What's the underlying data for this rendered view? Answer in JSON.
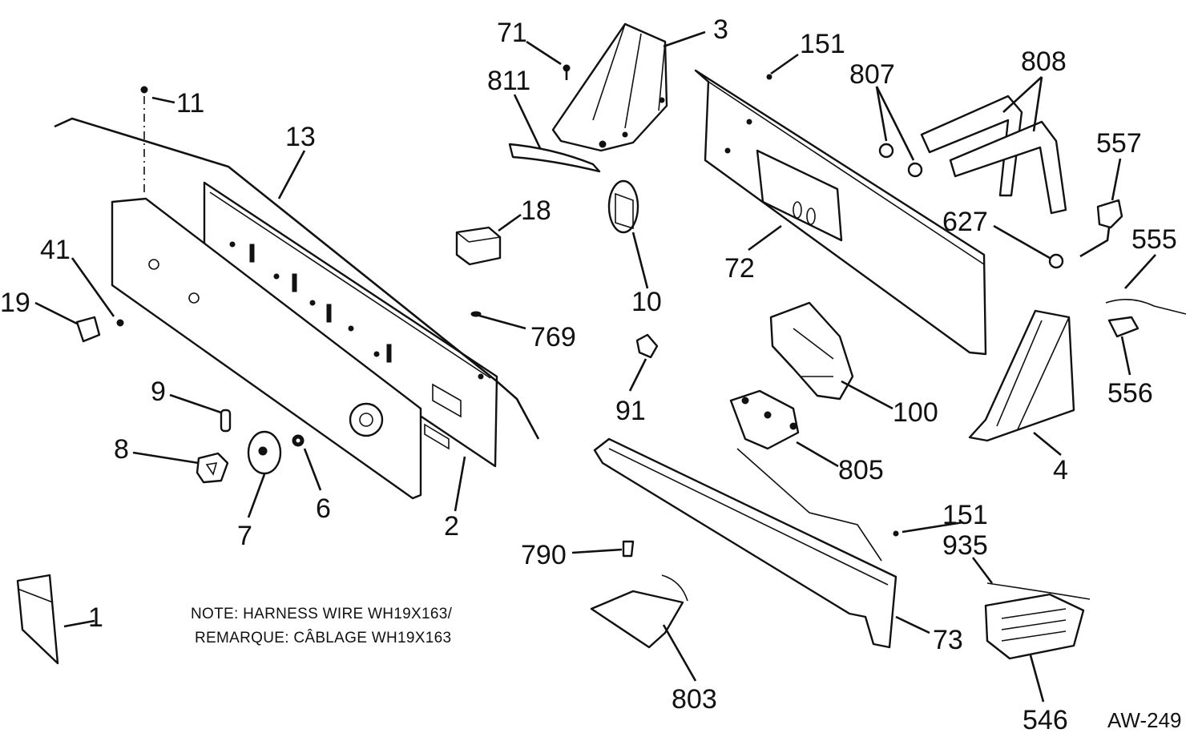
{
  "callouts": {
    "c1": "1",
    "c2": "2",
    "c3": "3",
    "c4": "4",
    "c6": "6",
    "c7": "7",
    "c8": "8",
    "c9": "9",
    "c10": "10",
    "c11": "11",
    "c13": "13",
    "c18": "18",
    "c19": "19",
    "c41": "41",
    "c71": "71",
    "c72": "72",
    "c73": "73",
    "c91": "91",
    "c100": "100",
    "c151a": "151",
    "c151b": "151",
    "c546": "546",
    "c555": "555",
    "c556": "556",
    "c557": "557",
    "c627": "627",
    "c769": "769",
    "c790": "790",
    "c803": "803",
    "c805": "805",
    "c807": "807",
    "c808": "808",
    "c811": "811",
    "c935": "935"
  },
  "note": {
    "line1": "NOTE: HARNESS WIRE WH19X163/",
    "line2": "REMARQUE: CÂBLAGE WH19X163"
  },
  "doc_id": "AW-249"
}
